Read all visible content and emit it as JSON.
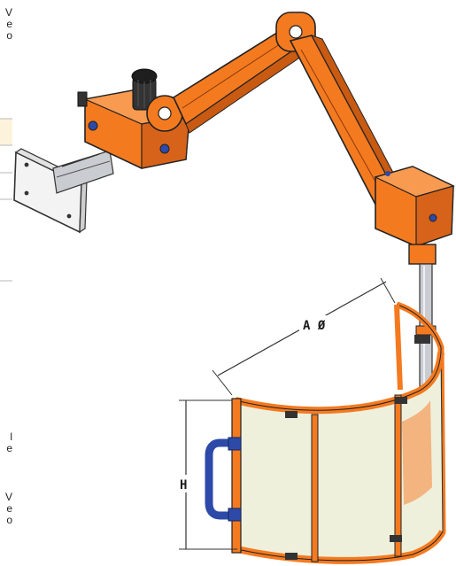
{
  "dimensions": {
    "diameter_label": "A Ø",
    "height_label": "H"
  },
  "edge_fragments": {
    "f1": "V",
    "f2": "e",
    "f3": "o",
    "f4": "l",
    "f5": "e",
    "f6": "V",
    "f7": "e",
    "f8": "o"
  },
  "colors": {
    "frame_orange": "#f47a20",
    "frame_orange_dark": "#c85a12",
    "handle_blue": "#2d4aa8",
    "shield_glass": "#eef0dc",
    "steel": "#c9ccd1",
    "plate": "#f3f3f3"
  }
}
